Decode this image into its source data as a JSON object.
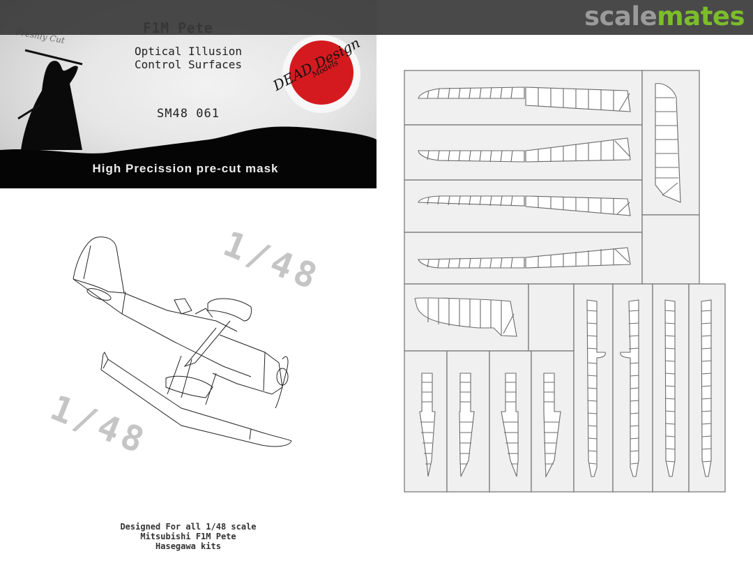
{
  "header": {
    "brand_part1": "scale",
    "brand_part2": "mates",
    "brand_colors": {
      "part1": "#9b9b9b",
      "part2": "#7cbd2a",
      "bar": "#3a3a3a"
    }
  },
  "box_art": {
    "title": "F1M Pete",
    "subtitle_line1": "Optical Illusion",
    "subtitle_line2": "Control Surfaces",
    "product_code": "SM48 061",
    "tagline": "High Precission pre-cut mask",
    "script_text": "Freshly Cut",
    "logo_main": "DEAD Design",
    "logo_sub": "Models",
    "logo_color": "#d51a1f"
  },
  "drawing": {
    "subject": "Mitsubishi F1M Pete floatplane line drawing",
    "scale_stamp_1": "1/48",
    "scale_stamp_2": "1/48"
  },
  "caption": {
    "line1": "Designed For all 1/48 scale",
    "line2": "Mitsubishi F1M Pete",
    "line3": "Hasegawa kits"
  },
  "mask_sheet": {
    "description": "Pre-cut mask sheet with control surface segments",
    "panels": [
      "upper-wing-1",
      "upper-wing-2",
      "lower-wing-1",
      "lower-wing-2",
      "rudder",
      "blank-1",
      "elevator",
      "blank-2",
      "aileron-strip-1",
      "aileron-strip-2",
      "aileron-strip-3",
      "aileron-strip-4",
      "flap-strip-1",
      "flap-strip-2",
      "flap-strip-3",
      "flap-strip-4"
    ]
  }
}
